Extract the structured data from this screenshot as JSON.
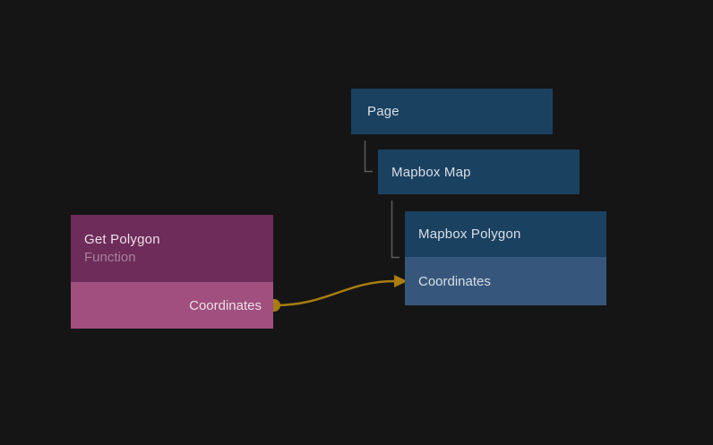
{
  "colors": {
    "background": "#151515",
    "node_blue": "#1b4161",
    "node_blue_row": "#36577b",
    "node_blue_text": "#d8dfe7",
    "node_purple": "#6d2c59",
    "node_purple_row": "#a04f7e",
    "subtitle_text": "#a87f9e",
    "connection": "#a87d10",
    "tree_line": "#5c5c5c"
  },
  "function_node": {
    "title": "Get Polygon",
    "subtitle": "Function",
    "output_port_label": "Coordinates"
  },
  "tree": {
    "nodes": [
      {
        "label": "Page"
      },
      {
        "label": "Mapbox Map"
      },
      {
        "label": "Mapbox Polygon",
        "input_port_label": "Coordinates"
      }
    ]
  }
}
